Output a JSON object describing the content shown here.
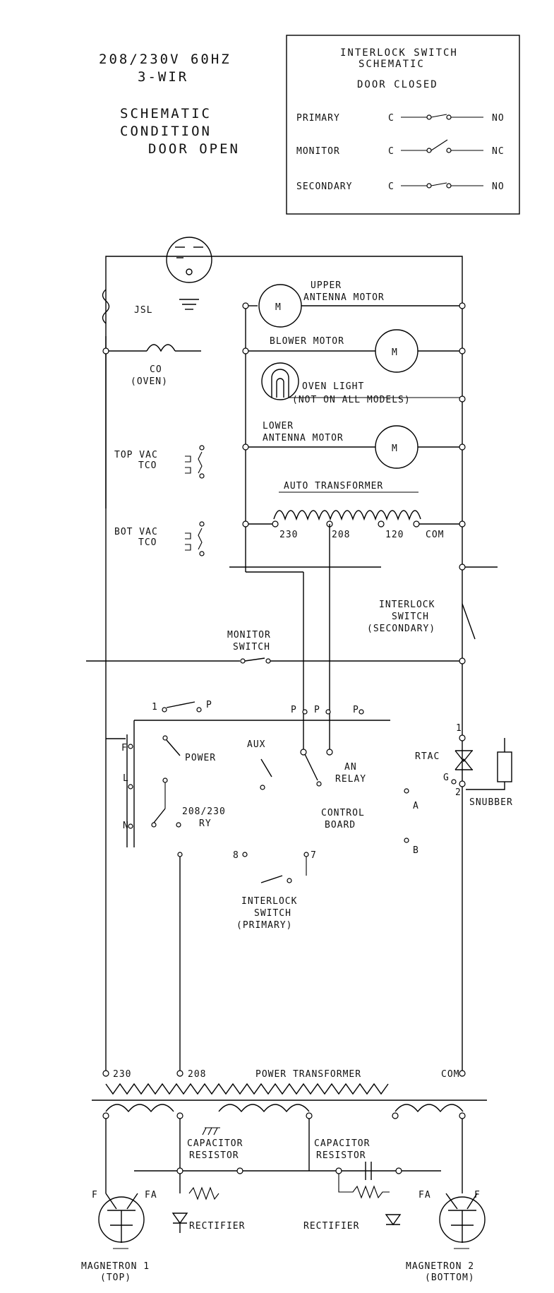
{
  "header": {
    "voltage_line1": "208/230V 60HZ",
    "voltage_line2": "3-WIR",
    "schematic_line1": "SCHEMATIC",
    "schematic_line2": "CONDITION",
    "schematic_line3": "DOOR OPEN"
  },
  "interlock_box": {
    "title_line1": "INTERLOCK SWITCH",
    "title_line2": "SCHEMATIC",
    "title_line3": "DOOR CLOSED",
    "rows": [
      {
        "label": "PRIMARY",
        "c": "C",
        "no": "NO"
      },
      {
        "label": "MONITOR",
        "c": "C",
        "no": "NC"
      },
      {
        "label": "SECONDARY",
        "c": "C",
        "no": "NO"
      }
    ]
  },
  "components": {
    "jsl": "JSL",
    "upper_motor_line1": "UPPER",
    "upper_motor_line2": "ANTENNA MOTOR",
    "motor_symbol": "M",
    "blower_motor": "BLOWER MOTOR",
    "co_line1": "CO",
    "co_line2": "(OVEN)",
    "oven_light_line1": "OVEN LIGHT",
    "oven_light_line2": "(NOT ON ALL MODELS)",
    "lower_motor_line1": "LOWER",
    "lower_motor_line2": "ANTENNA MOTOR",
    "top_vac_line1": "TOP VAC",
    "top_vac_line2": "TCO",
    "bot_vac_line1": "BOT VAC",
    "bot_vac_line2": "TCO",
    "auto_transformer": "AUTO TRANSFORMER",
    "tap_230": "230",
    "tap_208": "208",
    "tap_120": "120",
    "tap_com": "COM",
    "interlock_secondary_line1": "INTERLOCK",
    "interlock_secondary_line2": "SWITCH",
    "interlock_secondary_line3": "(SECONDARY)",
    "monitor_switch_line1": "MONITOR",
    "monitor_switch_line2": "SWITCH",
    "pin_1": "1",
    "pin_2": "2",
    "pin_7": "7",
    "pin_8": "8",
    "pin_p": "P",
    "f": "F",
    "l": "L",
    "n": "N",
    "power": "POWER",
    "aux": "AUX",
    "an_relay_line1": "AN",
    "an_relay_line2": "RELAY",
    "triac": "RTAC",
    "gate": "G",
    "snubber": "SNUBBER",
    "select_line1": "208/230",
    "select_line2": "RY",
    "pin_a": "A",
    "pin_b": "B",
    "control_board_line1": "CONTROL",
    "control_board_line2": "BOARD",
    "interlock_primary_line1": "INTERLOCK",
    "interlock_primary_line2": "SWITCH",
    "interlock_primary_line3": "(PRIMARY)",
    "pt_230": "230",
    "pt_208": "208",
    "power_transformer": "POWER TRANSFORMER",
    "pt_com": "COM",
    "cap_res_left_line1": "CAPACITOR",
    "cap_res_left_line2": "RESISTOR",
    "cap_res_right_line1": "CAPACITOR",
    "cap_res_right_line2": "RESISTOR",
    "fa_left": "FA",
    "fa_right": "FA",
    "f_left": "F",
    "f_right": "F",
    "rectifier_left": "RECTIFIER",
    "rectifier_right": "RECTIFIER",
    "magnetron1_line1": "MAGNETRON 1",
    "magnetron1_line2": "(TOP)",
    "magnetron2_line1": "MAGNETRON 2",
    "magnetron2_line2": "(BOTTOM)"
  }
}
